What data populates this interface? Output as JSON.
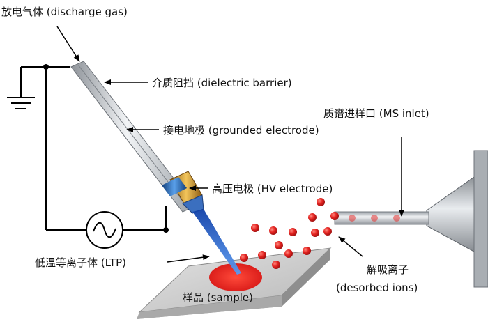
{
  "labels": {
    "discharge_gas": "放电气体 (discharge gas)",
    "dielectric_barrier": "介质阻挡 (dielectric barrier)",
    "ms_inlet": "质谱进样口 (MS inlet)",
    "grounded_electrode": "接电地极 (grounded electrode)",
    "hv_electrode": "高压电极 (HV electrode)",
    "ltp": "低温等离子体 (LTP)",
    "desorbed_ions_cn": "解吸离子",
    "desorbed_ions_en": "(desorbed ions)",
    "sample": "样品 (sample)"
  },
  "colors": {
    "wire": "#000000",
    "tube": "#c9cdd2",
    "electrode_ring": "#d39a2a",
    "hv_band": "#2f78c8",
    "plasma": "#1d57c7",
    "sample_spot": "#e52421",
    "ion": "#e52421",
    "slide": "#c8c8c8"
  },
  "icons": {
    "ground": "ground-symbol-icon",
    "ac_source": "ac-source-icon"
  }
}
